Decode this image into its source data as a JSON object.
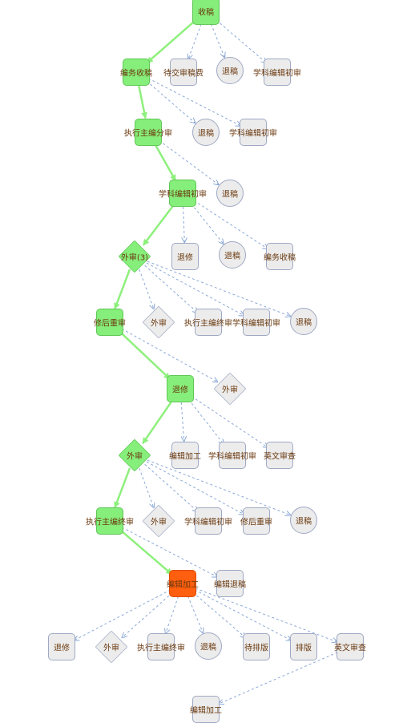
{
  "nodes": [
    {
      "id": "n1",
      "label": "收稿",
      "shape": "rect",
      "fill": "green"
    },
    {
      "id": "n2",
      "label": "编务收稿",
      "shape": "rect",
      "fill": "green"
    },
    {
      "id": "n3",
      "label": "待交审稿费",
      "shape": "rect",
      "fill": "gray"
    },
    {
      "id": "n4",
      "label": "退稿",
      "shape": "circle",
      "fill": "gray"
    },
    {
      "id": "n5",
      "label": "学科编辑初审",
      "shape": "rect",
      "fill": "gray"
    },
    {
      "id": "n6",
      "label": "执行主编分审",
      "shape": "rect",
      "fill": "green"
    },
    {
      "id": "n7",
      "label": "退稿",
      "shape": "circle",
      "fill": "gray"
    },
    {
      "id": "n8",
      "label": "学科编辑初审",
      "shape": "rect",
      "fill": "gray"
    },
    {
      "id": "n9",
      "label": "学科编辑初审",
      "shape": "rect",
      "fill": "green"
    },
    {
      "id": "n10",
      "label": "退稿",
      "shape": "circle",
      "fill": "gray"
    },
    {
      "id": "n11",
      "label": "外审(3)",
      "shape": "diamond",
      "fill": "green"
    },
    {
      "id": "n12",
      "label": "退修",
      "shape": "rect",
      "fill": "gray"
    },
    {
      "id": "n13",
      "label": "退稿",
      "shape": "circle",
      "fill": "gray"
    },
    {
      "id": "n14",
      "label": "编务收稿",
      "shape": "rect",
      "fill": "gray"
    },
    {
      "id": "n15",
      "label": "修后重审",
      "shape": "rect",
      "fill": "green"
    },
    {
      "id": "n16",
      "label": "外审",
      "shape": "diamond",
      "fill": "gray"
    },
    {
      "id": "n17",
      "label": "执行主编终审",
      "shape": "rect",
      "fill": "gray"
    },
    {
      "id": "n18",
      "label": "学科编辑初审",
      "shape": "rect",
      "fill": "gray"
    },
    {
      "id": "n19",
      "label": "退稿",
      "shape": "circle",
      "fill": "gray"
    },
    {
      "id": "n20",
      "label": "退修",
      "shape": "rect",
      "fill": "green"
    },
    {
      "id": "n21",
      "label": "外审",
      "shape": "diamond",
      "fill": "gray"
    },
    {
      "id": "n22",
      "label": "外审",
      "shape": "diamond",
      "fill": "green"
    },
    {
      "id": "n23",
      "label": "编辑加工",
      "shape": "rect",
      "fill": "gray"
    },
    {
      "id": "n24",
      "label": "学科编辑初审",
      "shape": "rect",
      "fill": "gray"
    },
    {
      "id": "n25",
      "label": "英文审查",
      "shape": "rect",
      "fill": "gray"
    },
    {
      "id": "n26",
      "label": "执行主编终审",
      "shape": "rect",
      "fill": "green"
    },
    {
      "id": "n27",
      "label": "外审",
      "shape": "diamond",
      "fill": "gray"
    },
    {
      "id": "n28",
      "label": "学科编辑初审",
      "shape": "rect",
      "fill": "gray"
    },
    {
      "id": "n29",
      "label": "修后重审",
      "shape": "rect",
      "fill": "gray"
    },
    {
      "id": "n30",
      "label": "退稿",
      "shape": "circle",
      "fill": "gray"
    },
    {
      "id": "n31",
      "label": "编辑加工",
      "shape": "rect",
      "fill": "orange"
    },
    {
      "id": "n32",
      "label": "编辑退稿",
      "shape": "rect",
      "fill": "gray"
    },
    {
      "id": "n33",
      "label": "退修",
      "shape": "rect",
      "fill": "gray"
    },
    {
      "id": "n34",
      "label": "外审",
      "shape": "diamond",
      "fill": "gray"
    },
    {
      "id": "n35",
      "label": "执行主编终审",
      "shape": "rect",
      "fill": "gray"
    },
    {
      "id": "n36",
      "label": "退稿",
      "shape": "circle",
      "fill": "gray"
    },
    {
      "id": "n37",
      "label": "待排版",
      "shape": "rect",
      "fill": "gray"
    },
    {
      "id": "n38",
      "label": "排版",
      "shape": "rect",
      "fill": "gray"
    },
    {
      "id": "n39",
      "label": "英文审查",
      "shape": "rect",
      "fill": "gray"
    },
    {
      "id": "n40",
      "label": "编辑加工",
      "shape": "rect",
      "fill": "gray"
    }
  ],
  "edges": [
    {
      "from": "n1",
      "to": "n2",
      "style": "path"
    },
    {
      "from": "n1",
      "to": "n3",
      "style": "dashed"
    },
    {
      "from": "n1",
      "to": "n4",
      "style": "dashed"
    },
    {
      "from": "n1",
      "to": "n5",
      "style": "dashed"
    },
    {
      "from": "n2",
      "to": "n6",
      "style": "path"
    },
    {
      "from": "n2",
      "to": "n7",
      "style": "dashed"
    },
    {
      "from": "n2",
      "to": "n8",
      "style": "dashed"
    },
    {
      "from": "n6",
      "to": "n9",
      "style": "path"
    },
    {
      "from": "n6",
      "to": "n10",
      "style": "dashed"
    },
    {
      "from": "n9",
      "to": "n11",
      "style": "path"
    },
    {
      "from": "n9",
      "to": "n12",
      "style": "dashed"
    },
    {
      "from": "n9",
      "to": "n13",
      "style": "dashed"
    },
    {
      "from": "n9",
      "to": "n14",
      "style": "dashed"
    },
    {
      "from": "n11",
      "to": "n15",
      "style": "path"
    },
    {
      "from": "n11",
      "to": "n16",
      "style": "dashed"
    },
    {
      "from": "n11",
      "to": "n17",
      "style": "dashed"
    },
    {
      "from": "n11",
      "to": "n18",
      "style": "dashed"
    },
    {
      "from": "n11",
      "to": "n19",
      "style": "dashed"
    },
    {
      "from": "n15",
      "to": "n20",
      "style": "path"
    },
    {
      "from": "n15",
      "to": "n21",
      "style": "dashed"
    },
    {
      "from": "n20",
      "to": "n22",
      "style": "path"
    },
    {
      "from": "n20",
      "to": "n23",
      "style": "dashed"
    },
    {
      "from": "n20",
      "to": "n24",
      "style": "dashed"
    },
    {
      "from": "n20",
      "to": "n25",
      "style": "dashed"
    },
    {
      "from": "n22",
      "to": "n26",
      "style": "path"
    },
    {
      "from": "n22",
      "to": "n27",
      "style": "dashed"
    },
    {
      "from": "n22",
      "to": "n28",
      "style": "dashed"
    },
    {
      "from": "n22",
      "to": "n29",
      "style": "dashed"
    },
    {
      "from": "n22",
      "to": "n30",
      "style": "dashed"
    },
    {
      "from": "n26",
      "to": "n31",
      "style": "path"
    },
    {
      "from": "n26",
      "to": "n32",
      "style": "dashed"
    },
    {
      "from": "n31",
      "to": "n33",
      "style": "dashed"
    },
    {
      "from": "n31",
      "to": "n34",
      "style": "dashed"
    },
    {
      "from": "n31",
      "to": "n35",
      "style": "dashed"
    },
    {
      "from": "n31",
      "to": "n36",
      "style": "dashed"
    },
    {
      "from": "n31",
      "to": "n37",
      "style": "dashed"
    },
    {
      "from": "n31",
      "to": "n38",
      "style": "dashed"
    },
    {
      "from": "n31",
      "to": "n39",
      "style": "dashed"
    },
    {
      "from": "n39",
      "to": "n40",
      "style": "dashed"
    }
  ],
  "colors": {
    "green": "#86ee7a",
    "gray": "#ececec",
    "orange": "#ff5f0e",
    "path_edge": "#8ef07c",
    "dashed_edge": "#8ba8d6"
  }
}
